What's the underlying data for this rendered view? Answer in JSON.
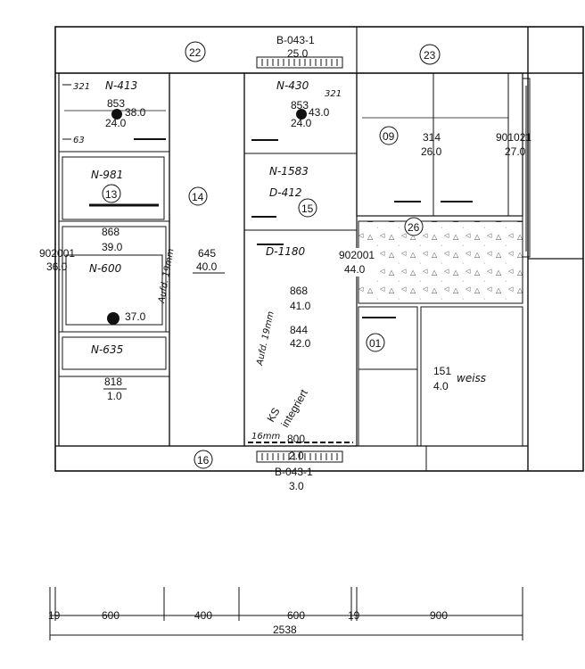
{
  "plan": {
    "top_header": {
      "code": "B-043-1",
      "value": "25.0"
    },
    "bottom_header": {
      "code1": "2.0",
      "code2": "B-043-1",
      "value": "3.0"
    },
    "circles": {
      "c22": "22",
      "c23": "23",
      "c13": "13",
      "c14": "14",
      "c15": "15",
      "c16": "16",
      "c09": "09",
      "c26": "26",
      "c01": "01"
    },
    "left_column": {
      "n413": "N-413",
      "arrow321": "321",
      "val853a": "853",
      "val38": "38.0",
      "val240a": "24.0",
      "arrow63": "63",
      "n981": "N-981",
      "val868a": "868",
      "val39": "39.0",
      "side_left_code": "902001",
      "side_left_value": "36.0",
      "n600": "N-600",
      "val37": "37.0",
      "aufdopp": "Aufd. 19mm",
      "n635": "N-635",
      "val818": "818",
      "val10": "1.0"
    },
    "tall_left": {
      "val645": "645",
      "val40": "40.0"
    },
    "middle_column": {
      "n430": "N-430",
      "arrow321": "321",
      "val853b": "853",
      "val43": "43.0",
      "val240b": "24.0",
      "n1583": "N-1583",
      "d412": "D-412",
      "d1180": "D-1180",
      "val868b": "868",
      "val41": "41.0",
      "val844": "844",
      "val42": "42.0",
      "aufd2": "Aufd. 19mm",
      "ks": "KS",
      "integriert": "integriert",
      "mm16": "16mm",
      "val800": "800"
    },
    "right_column": {
      "val314": "314",
      "val26": "26.0",
      "code901021": "901021",
      "val27": "27.0",
      "code902001": "902001",
      "val44": "44.0",
      "val151": "151",
      "val4": "4.0",
      "weiss": "weiss"
    },
    "dimensions": {
      "d19a": "19",
      "d600a": "600",
      "d400": "400",
      "d600b": "600",
      "d19b": "19",
      "d900": "900",
      "total": "2538"
    }
  }
}
